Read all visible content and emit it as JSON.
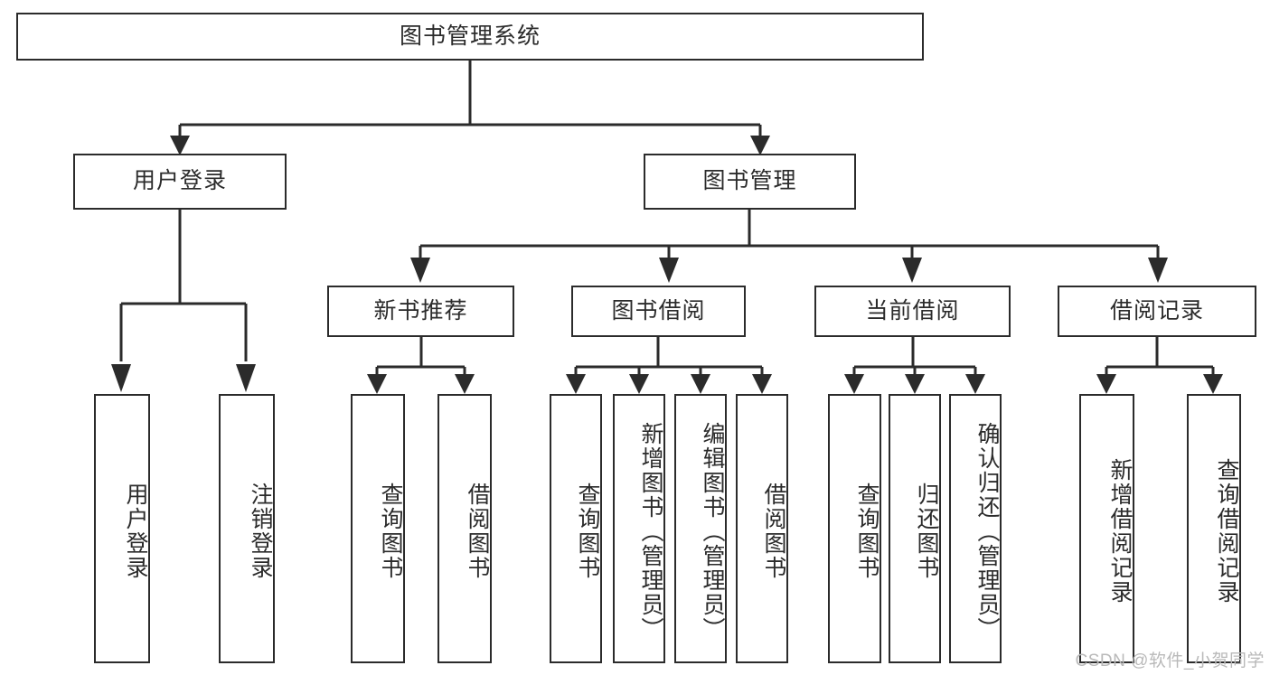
{
  "diagram": {
    "title": "图书管理系统",
    "type": "tree-hierarchy",
    "watermark": "CSDN @软件_小贺同学",
    "colors": {
      "stroke": "#2b2b2b",
      "fill": "#ffffff",
      "watermark": "#b9b9b9"
    },
    "nodes": {
      "root": {
        "label": "图书管理系统"
      },
      "level2": [
        {
          "id": "user-login",
          "label": "用户登录"
        },
        {
          "id": "book-manage",
          "label": "图书管理"
        }
      ],
      "level3": [
        {
          "id": "new-book-rec",
          "label": "新书推荐"
        },
        {
          "id": "book-borrow",
          "label": "图书借阅"
        },
        {
          "id": "current-borrow",
          "label": "当前借阅"
        },
        {
          "id": "borrow-record",
          "label": "借阅记录"
        }
      ],
      "leaves": {
        "user-login": [
          {
            "id": "leaf-user-login",
            "label": "用户登录"
          },
          {
            "id": "leaf-logout",
            "label": "注销登录"
          }
        ],
        "new-book-rec": [
          {
            "id": "leaf-query-book-1",
            "label": "查询图书"
          },
          {
            "id": "leaf-borrow-book-1",
            "label": "借阅图书"
          }
        ],
        "book-borrow": [
          {
            "id": "leaf-query-book-2",
            "label": "查询图书"
          },
          {
            "id": "leaf-add-book",
            "label": "新增图书（管理员）"
          },
          {
            "id": "leaf-edit-book",
            "label": "编辑图书（管理员）"
          },
          {
            "id": "leaf-borrow-book-2",
            "label": "借阅图书"
          }
        ],
        "current-borrow": [
          {
            "id": "leaf-query-book-3",
            "label": "查询图书"
          },
          {
            "id": "leaf-return-book",
            "label": "归还图书"
          },
          {
            "id": "leaf-confirm-return",
            "label": "确认归还（管理员）"
          }
        ],
        "borrow-record": [
          {
            "id": "leaf-add-record",
            "label": "新增借阅记录"
          },
          {
            "id": "leaf-query-record",
            "label": "查询借阅记录"
          }
        ]
      }
    }
  }
}
